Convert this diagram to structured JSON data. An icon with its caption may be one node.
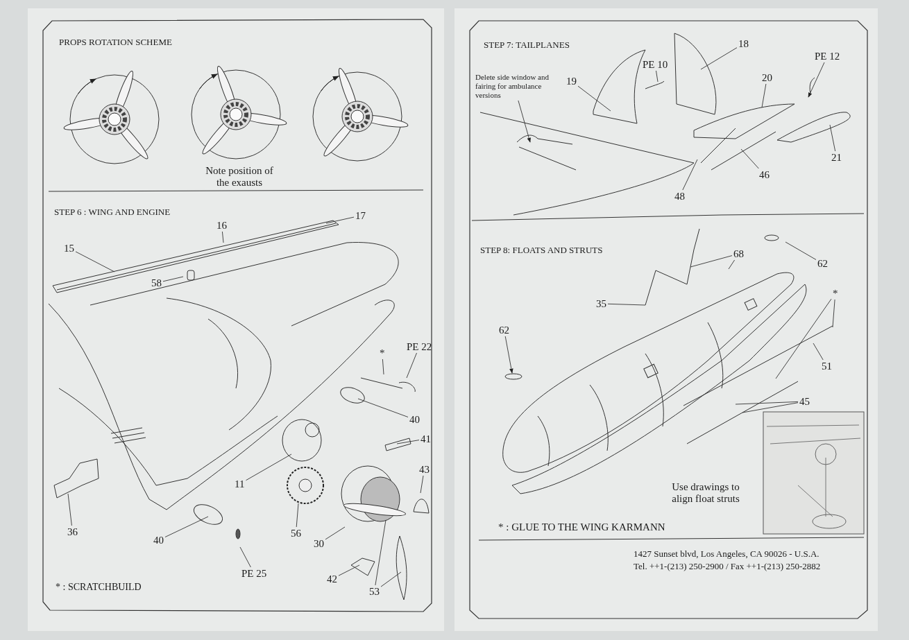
{
  "diagram": {
    "nodes": [
      {
        "text": [
          "15"
        ]
      },
      {
        "text": [
          "16"
        ]
      },
      {
        "text": [
          "17"
        ]
      },
      {
        "text": [
          "58"
        ]
      },
      {
        "text": [
          "PE 22"
        ]
      },
      {
        "text": [
          "*"
        ]
      },
      {
        "text": [
          "40"
        ]
      },
      {
        "text": [
          "41"
        ]
      },
      {
        "text": [
          "43"
        ]
      },
      {
        "text": [
          "11"
        ]
      },
      {
        "text": [
          "36"
        ]
      },
      {
        "text": [
          "40"
        ]
      },
      {
        "text": [
          "56"
        ]
      },
      {
        "text": [
          "30"
        ]
      },
      {
        "text": [
          "PE 25"
        ]
      },
      {
        "text": [
          "42"
        ]
      },
      {
        "text": [
          "53"
        ]
      },
      {
        "text": [
          "Delete side window and fairing for ambulance versions"
        ]
      },
      {
        "text": [
          "19"
        ]
      },
      {
        "text": [
          "PE 10"
        ]
      },
      {
        "text": [
          "18"
        ]
      },
      {
        "text": [
          "20"
        ]
      },
      {
        "text": [
          "PE 12"
        ]
      },
      {
        "text": [
          "21"
        ]
      },
      {
        "text": [
          "46"
        ]
      },
      {
        "text": [
          "48"
        ]
      },
      {
        "text": [
          "68"
        ]
      },
      {
        "text": [
          "62"
        ]
      },
      {
        "text": [
          "35"
        ]
      },
      {
        "text": [
          "62"
        ]
      },
      {
        "text": [
          "*"
        ]
      },
      {
        "text": [
          "51"
        ]
      },
      {
        "text": [
          "45"
        ]
      }
    ],
    "edges": [
      {
        "from": 0,
        "to": null,
        "arrow": "none"
      },
      {
        "from": 1,
        "to": null,
        "arrow": "none"
      },
      {
        "from": 2,
        "to": null,
        "arrow": "none"
      },
      {
        "from": 3,
        "to": null,
        "arrow": "none"
      },
      {
        "from": 4,
        "to": null,
        "arrow": "none"
      },
      {
        "from": 5,
        "to": null,
        "arrow": "none"
      },
      {
        "from": 6,
        "to": null,
        "arrow": "none"
      },
      {
        "from": 7,
        "to": null,
        "arrow": "none"
      },
      {
        "from": 8,
        "to": null,
        "arrow": "none"
      },
      {
        "from": 9,
        "to": null,
        "arrow": "none"
      },
      {
        "from": 10,
        "to": null,
        "arrow": "none"
      },
      {
        "from": 11,
        "to": null,
        "arrow": "none"
      },
      {
        "from": 12,
        "to": null,
        "arrow": "none"
      },
      {
        "from": 13,
        "to": null,
        "arrow": "none"
      },
      {
        "from": 14,
        "to": null,
        "arrow": "none"
      },
      {
        "from": 15,
        "to": null,
        "arrow": "none"
      },
      {
        "from": 16,
        "to": null,
        "arrow": "none"
      },
      {
        "from": 16,
        "to": null,
        "arrow": "none"
      },
      {
        "from": 17,
        "to": null,
        "arrow": "to"
      },
      {
        "from": 18,
        "to": null,
        "arrow": "none"
      },
      {
        "from": 19,
        "to": null,
        "arrow": "none"
      },
      {
        "from": 20,
        "to": null,
        "arrow": "none"
      },
      {
        "from": 21,
        "to": null,
        "arrow": "none"
      },
      {
        "from": 22,
        "to": null,
        "arrow": "to"
      },
      {
        "from": 23,
        "to": null,
        "arrow": "none"
      },
      {
        "from": 24,
        "to": null,
        "arrow": "none"
      },
      {
        "from": 25,
        "to": null,
        "arrow": "none"
      },
      {
        "from": 26,
        "to": null,
        "arrow": "none"
      },
      {
        "from": 26,
        "to": null,
        "arrow": "none"
      },
      {
        "from": 27,
        "to": null,
        "arrow": "none"
      },
      {
        "from": 28,
        "to": null,
        "arrow": "none"
      },
      {
        "from": 29,
        "to": null,
        "arrow": "to"
      },
      {
        "from": 30,
        "to": null,
        "arrow": "none"
      },
      {
        "from": 30,
        "to": null,
        "arrow": "none"
      },
      {
        "from": 31,
        "to": null,
        "arrow": "none"
      },
      {
        "from": 32,
        "to": null,
        "arrow": "none"
      },
      {
        "from": 32,
        "to": null,
        "arrow": "none"
      }
    ],
    "labels": [
      "PROPS ROTATION SCHEME",
      "Note position of the exausts",
      "STEP 6 : WING AND ENGINE",
      "* : SCRATCHBUILD",
      "STEP 7: TAILPLANES",
      "STEP 8: FLOATS AND STRUTS",
      "Use drawings to align float struts",
      "* : GLUE TO THE WING KARMANN",
      "1427 Sunset blvd, Los Angeles, CA 90026 - U.S.A.",
      "Tel. ++1-(213) 250-2900 / Fax ++1-(213) 250-2882"
    ]
  }
}
